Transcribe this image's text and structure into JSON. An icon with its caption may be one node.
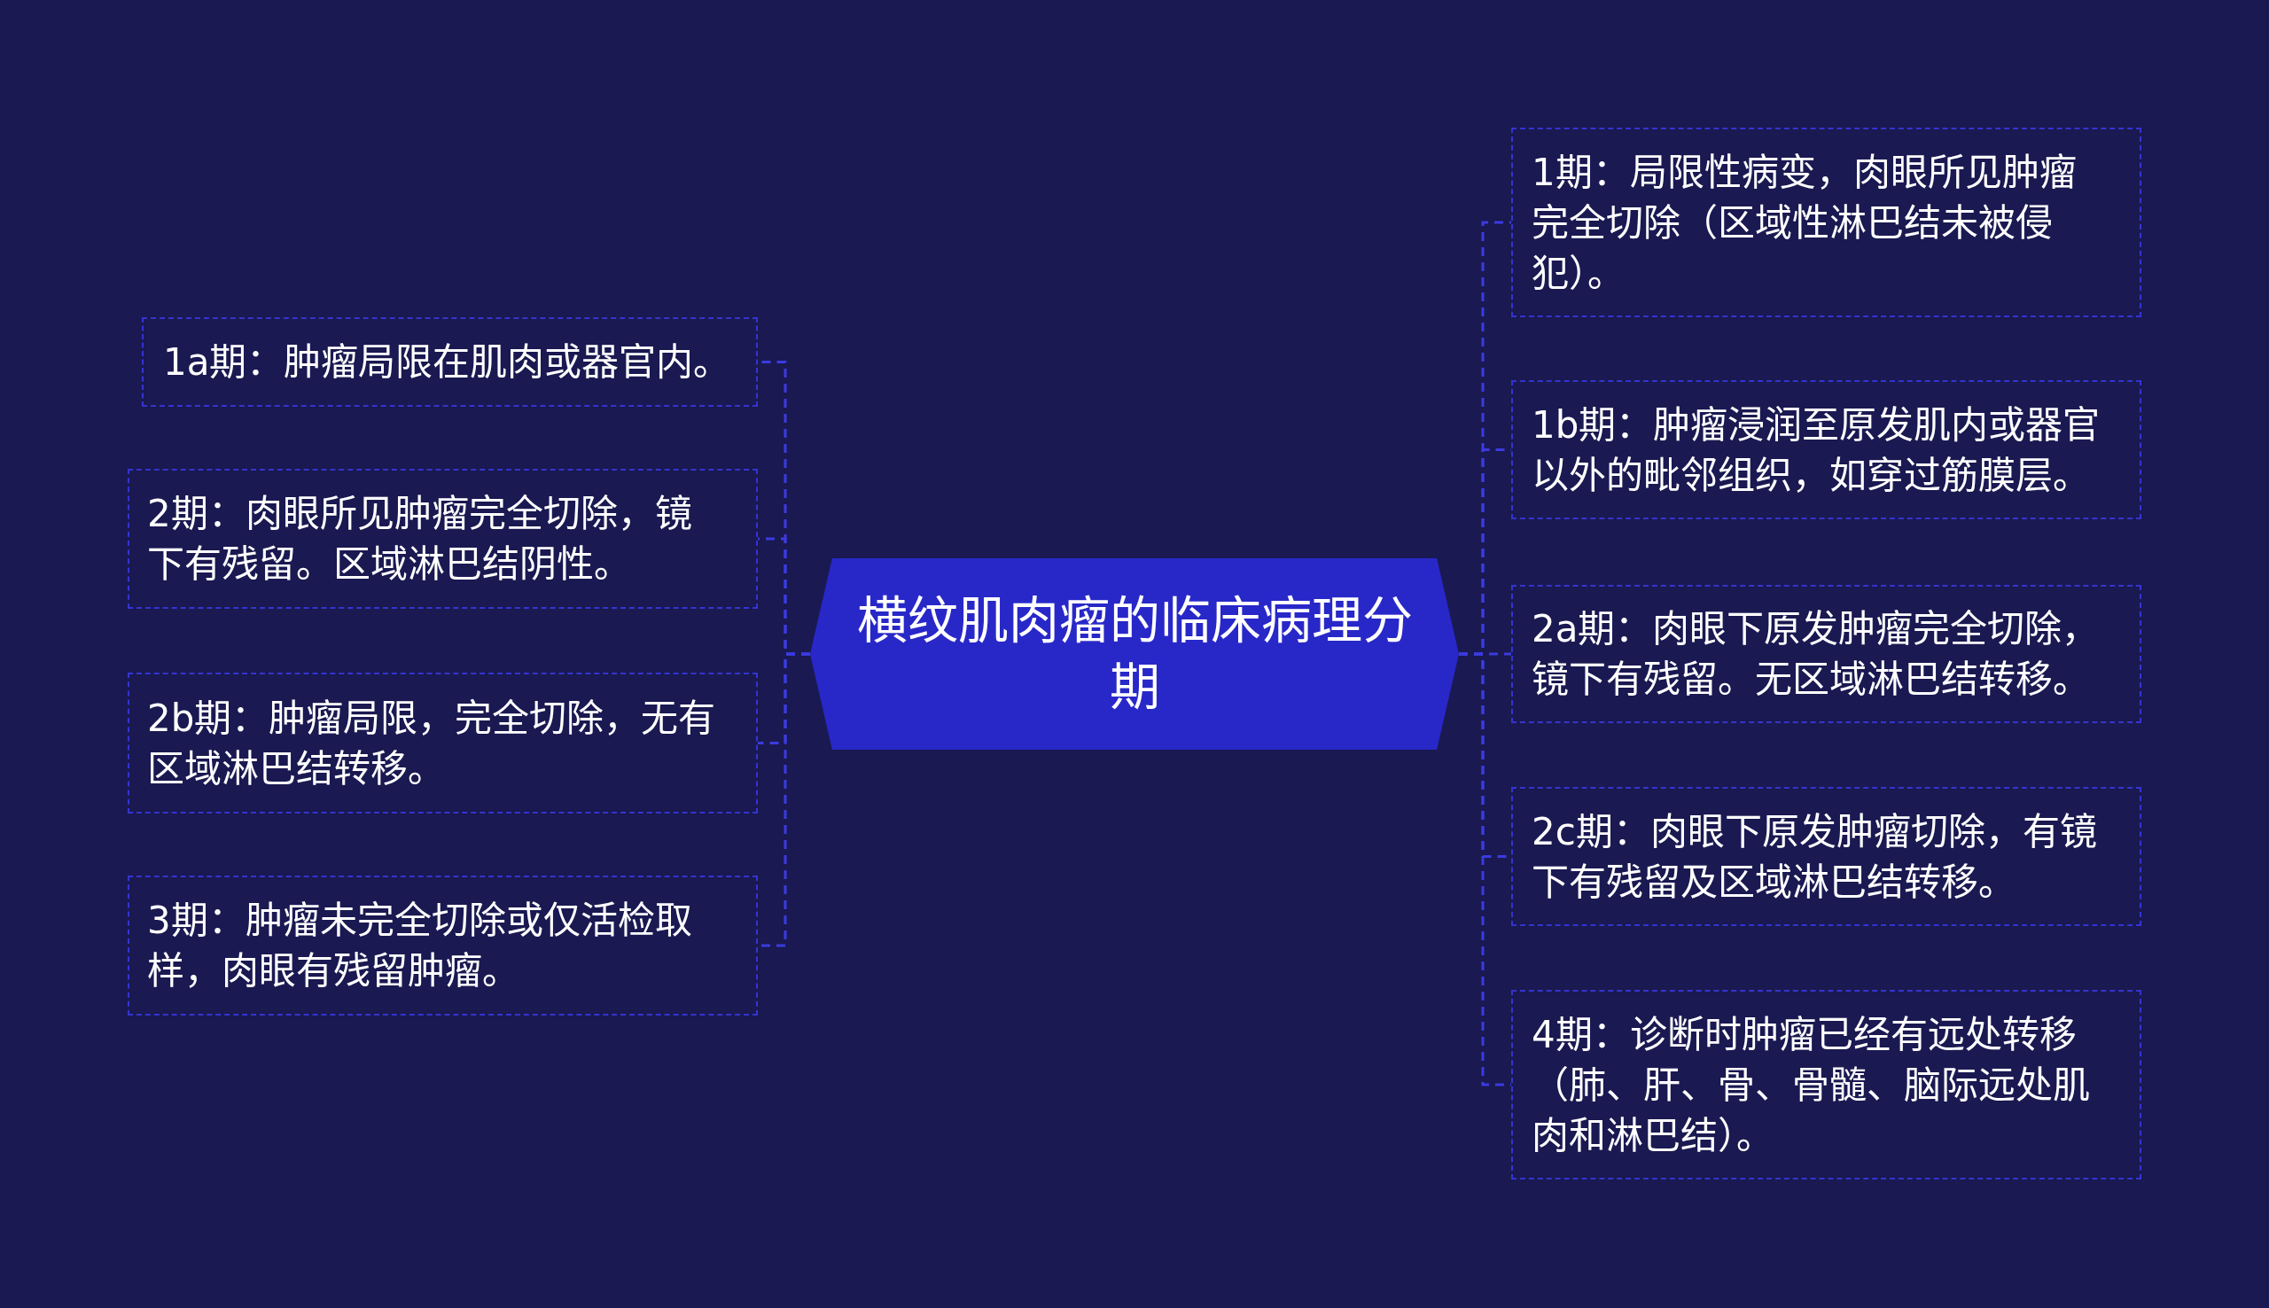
{
  "diagram": {
    "nodes": [
      {
        "text": [
          "横纹肌肉瘤的临床病理分期"
        ]
      },
      {
        "text": [
          "1a期：肿瘤局限在肌肉或器官内。"
        ]
      },
      {
        "text": [
          "2期：肉眼所见肿瘤完全切除，镜下有残留。区域淋巴结阴性。"
        ]
      },
      {
        "text": [
          "2b期：肿瘤局限，完全切除，无有区域淋巴结转移。"
        ]
      },
      {
        "text": [
          "3期：肿瘤未完全切除或仅活检取样，肉眼有残留肿瘤。"
        ]
      },
      {
        "text": [
          "1期：局限性病变，肉眼所见肿瘤完全切除（区域性淋巴结未被侵犯）。"
        ]
      },
      {
        "text": [
          "1b期：肿瘤浸润至原发肌内或器官以外的毗邻组织，如穿过筋膜层。"
        ]
      },
      {
        "text": [
          "2a期：肉眼下原发肿瘤完全切除，镜下有残留。无区域淋巴结转移。"
        ]
      },
      {
        "text": [
          "2c期：肉眼下原发肿瘤切除，有镜下有残留及区域淋巴结转移。"
        ]
      },
      {
        "text": [
          "4期：诊断时肿瘤已经有远处转移（肺、肝、骨、骨髓、脑际远处肌肉和淋巴结）。"
        ]
      }
    ],
    "edges": [
      {
        "from": 0,
        "to": 1,
        "arrow": "none",
        "style": "dashed"
      },
      {
        "from": 0,
        "to": 2,
        "arrow": "none",
        "style": "dashed"
      },
      {
        "from": 0,
        "to": 3,
        "arrow": "none",
        "style": "dashed"
      },
      {
        "from": 0,
        "to": 4,
        "arrow": "none",
        "style": "dashed"
      },
      {
        "from": 0,
        "to": 5,
        "arrow": "none",
        "style": "dashed"
      },
      {
        "from": 0,
        "to": 6,
        "arrow": "none",
        "style": "dashed"
      },
      {
        "from": 0,
        "to": 7,
        "arrow": "none",
        "style": "dashed"
      },
      {
        "from": 0,
        "to": 8,
        "arrow": "none",
        "style": "dashed"
      },
      {
        "from": 0,
        "to": 9,
        "arrow": "none",
        "style": "dashed"
      }
    ]
  }
}
